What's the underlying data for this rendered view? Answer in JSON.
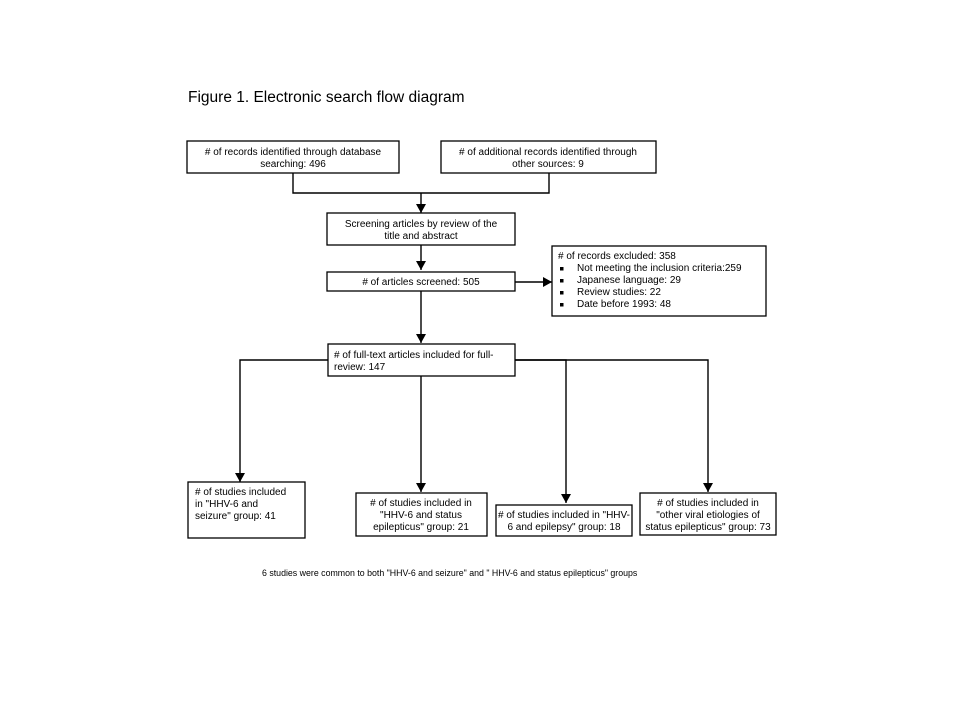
{
  "title": "Figure 1. Electronic search flow diagram",
  "boxes": {
    "database_records": [
      "# of records identified through  database",
      "searching: 496"
    ],
    "additional_records": [
      "# of additional records identified through",
      "other sources: 9"
    ],
    "screening": [
      "Screening articles by review of the",
      "title and abstract"
    ],
    "screened": [
      "# of articles screened: 505"
    ],
    "excluded": {
      "heading": "# of records excluded:  358",
      "items": [
        "Not meeting the inclusion criteria:259",
        "Japanese language: 29",
        "Review studies: 22",
        "Date before 1993: 48"
      ]
    },
    "fulltext": [
      "# of full-text  articles included for full-",
      "review:  147"
    ],
    "seizure": [
      "# of studies included",
      "in \"HHV-6  and",
      "seizure\" group: 41"
    ],
    "status_epilepticus": [
      "# of studies included in",
      "\"HHV-6  and status",
      "epilepticus\" group: 21"
    ],
    "epilepsy": [
      "# of studies included in \"HHV-",
      "6 and epilepsy\" group: 18"
    ],
    "other_viral": [
      "# of studies included in",
      "\"other viral etiologies of",
      "status epilepticus\" group: 73"
    ]
  },
  "note": "6 studies were common to both \"HHV-6 and seizure\" and \" HHV-6 and status epilepticus\" groups"
}
